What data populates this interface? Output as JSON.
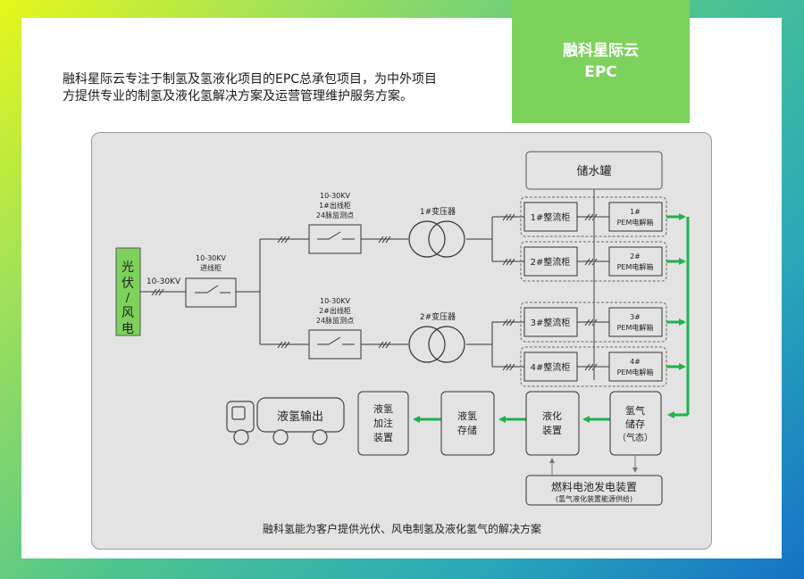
{
  "tag": {
    "line1": "融科星际云",
    "line2": "EPC"
  },
  "intro": {
    "line1": "融科星际云专注于制氢及氢液化项目的EPC总承包项目，为中外项目",
    "line2": "方提供专业的制氢及液化氢解决方案及运营管理维护服务方案。"
  },
  "diagram": {
    "source": {
      "l1": "光",
      "l2": "伏",
      "l3": "/",
      "l4": "风",
      "l5": "电"
    },
    "input_voltage": "10-30KV",
    "incoming_cabinet": {
      "l1": "10-30KV",
      "l2": "进线柜"
    },
    "outgoing_cabinet_1": {
      "l1": "10-30KV",
      "l2": "1#出线柜",
      "l3": "24脉监测点"
    },
    "outgoing_cabinet_2": {
      "l1": "10-30KV",
      "l2": "2#出线柜",
      "l3": "24脉监测点"
    },
    "transformer_1": "1#变压器",
    "transformer_2": "2#变压器",
    "tank": "储水罐",
    "rectifiers": [
      "1#整流柜",
      "2#整流柜",
      "3#整流柜",
      "4#整流柜"
    ],
    "electrolyzers": [
      {
        "num": "1#",
        "name": "PEM电解箱"
      },
      {
        "num": "2#",
        "name": "PEM电解箱"
      },
      {
        "num": "3#",
        "name": "PEM电解箱"
      },
      {
        "num": "4#",
        "name": "PEM电解箱"
      }
    ],
    "h2_storage": {
      "l1": "氢气",
      "l2": "储存",
      "l3": "（气态）"
    },
    "liquefaction": {
      "l1": "液化",
      "l2": "装置"
    },
    "lh2_storage": {
      "l1": "液氢",
      "l2": "存储"
    },
    "lh2_fueling": {
      "l1": "液氢",
      "l2": "加注",
      "l3": "装置"
    },
    "output_truck": "液氢输出",
    "fuel_cell": {
      "l1": "燃料电池发电装置",
      "l2": "(氢气液化装置能源供给)"
    },
    "caption": "融科氢能为客户提供光伏、风电制氢及液化氢气的解决方案"
  },
  "colors": {
    "green_accent": "#7dd25c",
    "flow_green": "#22b04b",
    "panel_bg": "#e3e3e3"
  }
}
